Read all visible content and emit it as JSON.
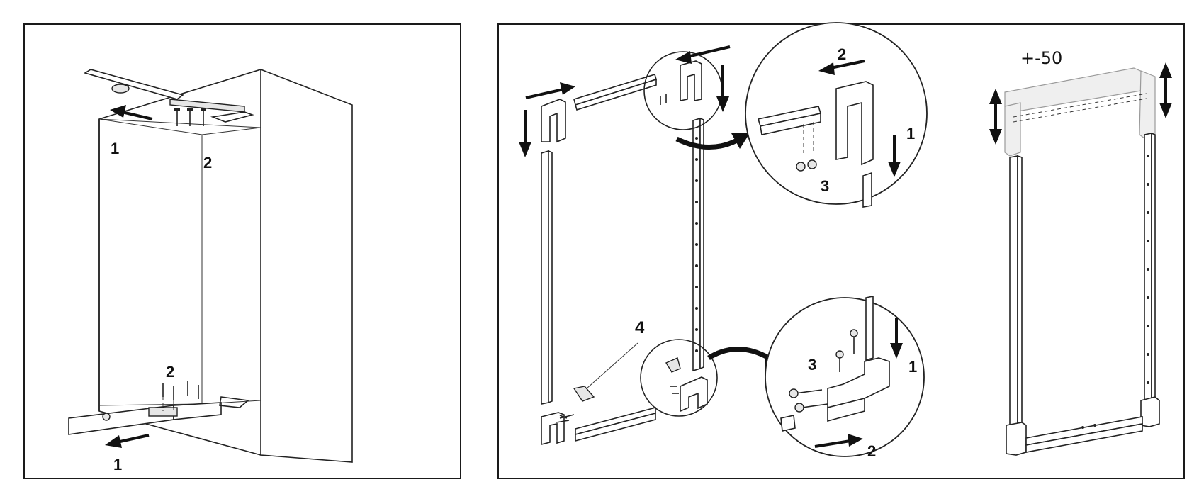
{
  "left_panel": {
    "label_top_left": "1",
    "label_top_right": "2",
    "label_bottom_screws": "2",
    "label_bottom_arrow": "1"
  },
  "right_panel": {
    "detail_top": {
      "label_slide": "2",
      "label_down": "1",
      "label_screws": "3"
    },
    "detail_bottom": {
      "label_screws": "3",
      "label_down": "1",
      "label_slide": "2"
    },
    "label_bracket": "4",
    "adjustment_label": "+-50"
  },
  "colors": {
    "line": "#222222",
    "background": "#ffffff",
    "ghost": "#9a9a9a"
  }
}
